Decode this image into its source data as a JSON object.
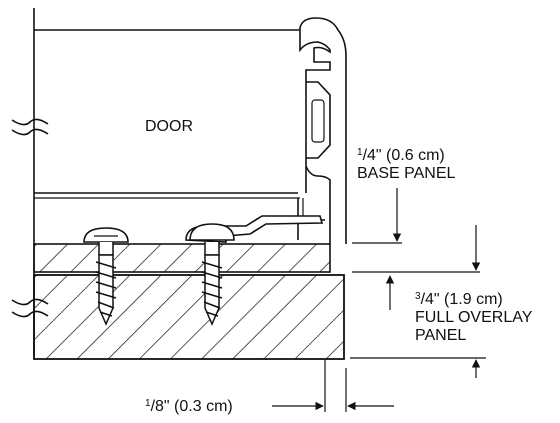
{
  "labels": {
    "door": "DOOR",
    "base_panel": {
      "fraction_numerator": "1",
      "fraction_denominator": "4",
      "measurement": "\" (0.6 cm)",
      "name": "BASE PANEL"
    },
    "overlay_panel": {
      "fraction_numerator": "3",
      "fraction_denominator": "4",
      "measurement": "\" (1.9 cm)",
      "name_line1": "FULL OVERLAY",
      "name_line2": "PANEL"
    },
    "gap": {
      "fraction_numerator": "1",
      "fraction_denominator": "8",
      "measurement": "\" (0.3 cm)"
    }
  }
}
